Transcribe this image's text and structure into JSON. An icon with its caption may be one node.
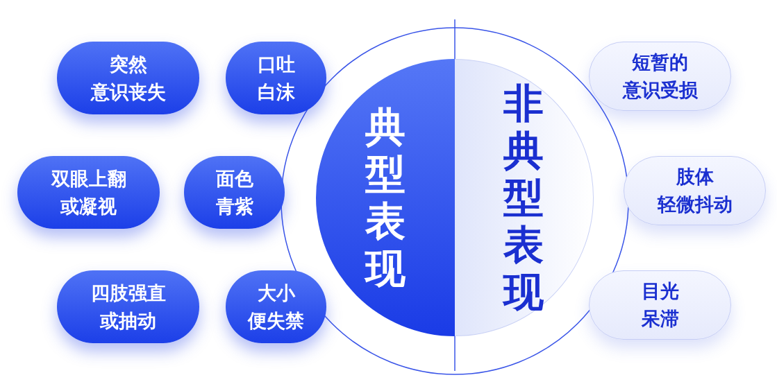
{
  "diagram": {
    "nodes": [
      {
        "text": [
          "典型表现"
        ]
      },
      {
        "text": [
          "非典型表现"
        ]
      },
      {
        "text": [
          "突然意识丧失"
        ]
      },
      {
        "text": [
          "口吐白沫"
        ]
      },
      {
        "text": [
          "双眼上翻或凝视"
        ]
      },
      {
        "text": [
          "面色青紫"
        ]
      },
      {
        "text": [
          "四肢强直或抽动"
        ]
      },
      {
        "text": [
          "大小便失禁"
        ]
      },
      {
        "text": [
          "短暂的意识受损"
        ]
      },
      {
        "text": [
          "肢体轻微抖动"
        ]
      },
      {
        "text": [
          "目光呆滞"
        ]
      }
    ]
  }
}
